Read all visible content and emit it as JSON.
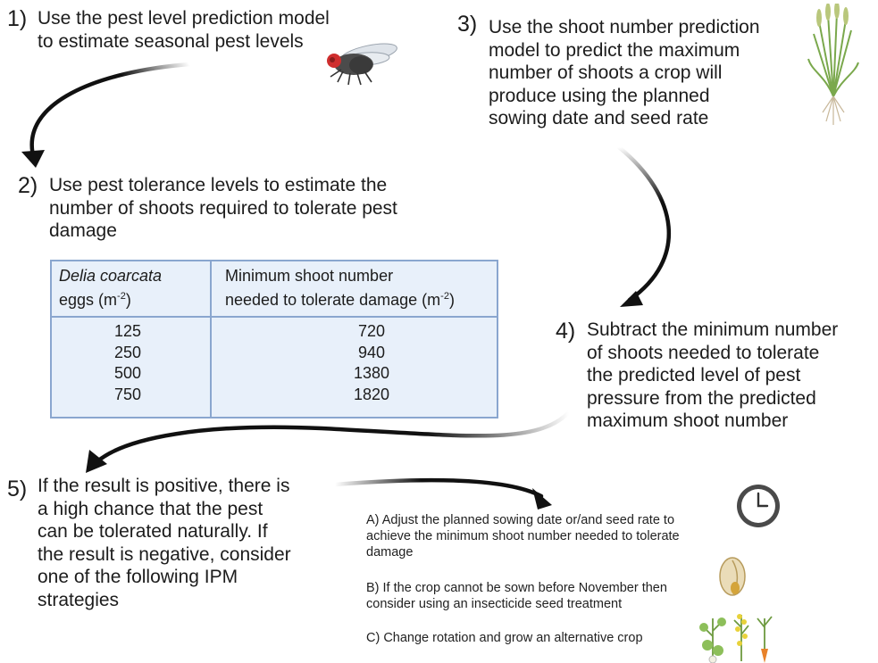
{
  "steps": {
    "s1": {
      "number": "1)",
      "text": "Use the pest level prediction model\nto estimate seasonal pest levels"
    },
    "s2": {
      "number": "2)",
      "text": "Use pest tolerance levels to estimate the\nnumber of shoots required to tolerate pest\ndamage"
    },
    "s3": {
      "number": "3)",
      "text": "Use the shoot number prediction\nmodel to predict the maximum\nnumber of shoots a crop will\nproduce using the planned\nsowing date and seed rate"
    },
    "s4": {
      "number": "4)",
      "text": "Subtract the minimum number\nof shoots needed to tolerate\nthe predicted level of pest\npressure from the predicted\nmaximum shoot number"
    },
    "s5": {
      "number": "5)",
      "text": "If the result is positive, there is\na high chance that the pest\ncan be tolerated naturally. If\nthe result is negative, consider\none of the following IPM\nstrategies"
    }
  },
  "table": {
    "col1_header_italic": "Delia coarcata",
    "col1_header_rest": "eggs (m",
    "col2_header_line1": "Minimum shoot number",
    "col2_header_line2": "needed to tolerate damage (m",
    "unit_exponent": "-2",
    "close_paren": ")",
    "eggs": [
      "125",
      "250",
      "500",
      "750"
    ],
    "shoots": [
      "720",
      "940",
      "1380",
      "1820"
    ]
  },
  "options": {
    "a": "A) Adjust the planned sowing date or/and seed rate to\nachieve the minimum shoot number needed to tolerate\ndamage",
    "b": "B) If the crop cannot be sown before November then\nconsider using an insecticide seed treatment",
    "c": "C) Change rotation and grow an alternative crop"
  },
  "icons": [
    "fly-icon",
    "wheat-plant-icon",
    "clock-icon",
    "seed-icon",
    "crop-plants-icon"
  ],
  "colors": {
    "table_fill": "#e8f0fa",
    "table_border": "#8aa6cf",
    "arrow": "#111111"
  }
}
